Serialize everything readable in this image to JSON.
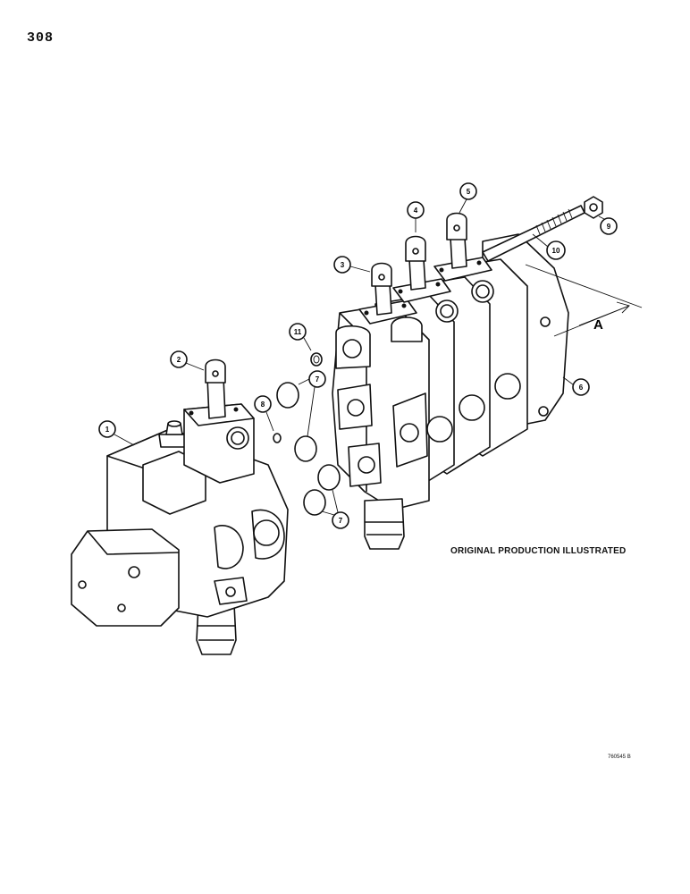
{
  "page_number": "308",
  "caption": "ORIGINAL PRODUCTION ILLUSTRATED",
  "reference_code": "760545 B",
  "dimension_label": "A",
  "callouts": [
    "1",
    "2",
    "3",
    "4",
    "5",
    "6",
    "7",
    "7",
    "8",
    "9",
    "10",
    "11"
  ]
}
